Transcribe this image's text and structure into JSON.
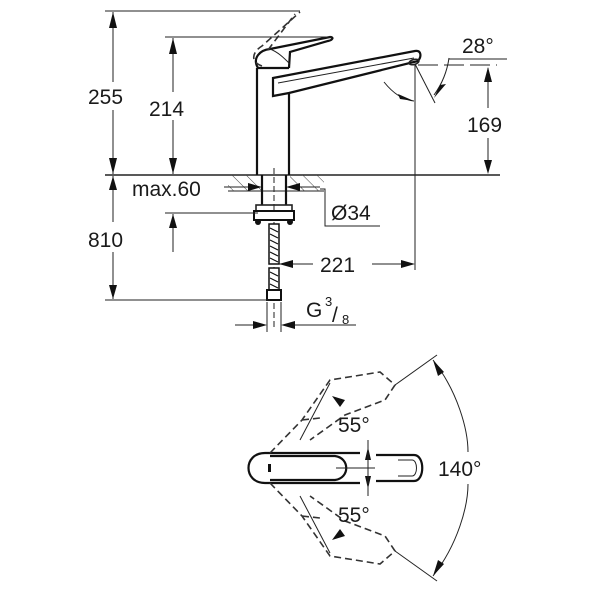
{
  "drawing": {
    "title": "Faucet technical dimension drawing",
    "side_view": {
      "dimensions": {
        "total_height": "255",
        "spout_height": "214",
        "outlet_height": "169",
        "spout_angle": "28°",
        "max_deck_thickness": "max.60",
        "hole_diameter": "Ø34",
        "supply_length": "810",
        "reach": "221",
        "connection_prefix": "G",
        "connection_num": "3",
        "connection_den": "8"
      }
    },
    "top_view": {
      "dimensions": {
        "lever_angle_upper": "55°",
        "lever_angle_lower": "55°",
        "swivel_range": "140°"
      }
    }
  }
}
